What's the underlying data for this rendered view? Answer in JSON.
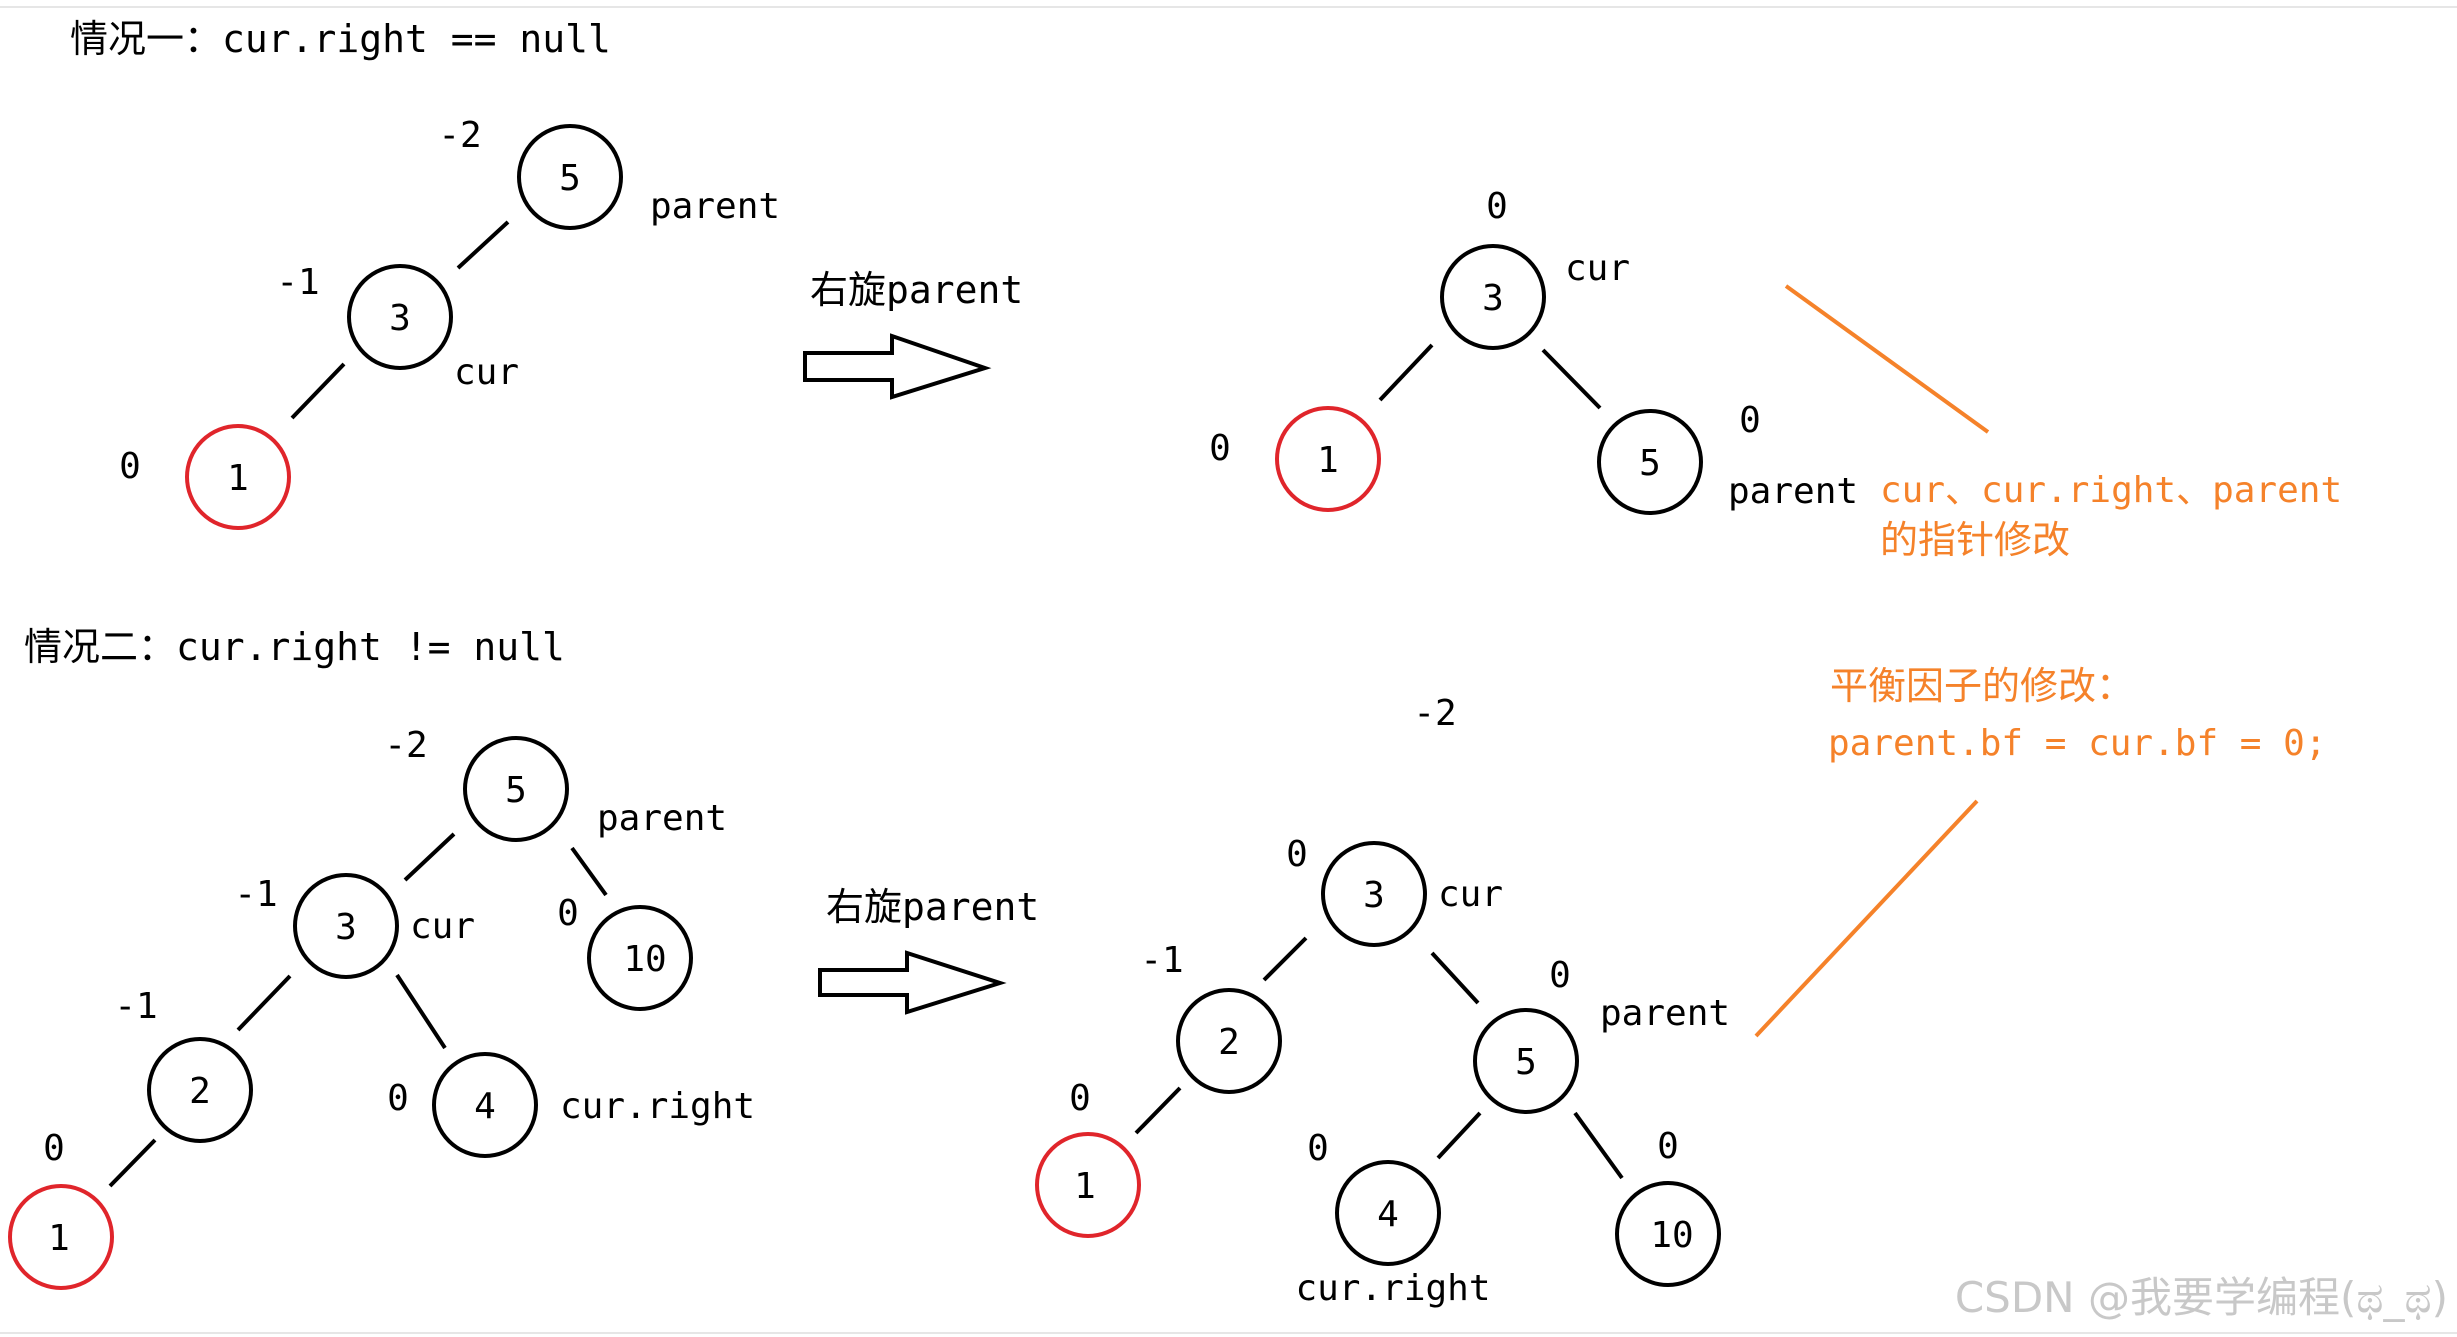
{
  "case1": {
    "title": "情况一：cur.right == null",
    "rotate_label": "右旋parent",
    "before": {
      "nodes": [
        {
          "id": "n5",
          "value": "5",
          "bf": "-2",
          "label": "parent",
          "red": false
        },
        {
          "id": "n3",
          "value": "3",
          "bf": "-1",
          "label": "cur",
          "red": false
        },
        {
          "id": "n1",
          "value": "1",
          "bf": "0",
          "label": "",
          "red": true
        }
      ]
    },
    "after": {
      "nodes": [
        {
          "id": "n3",
          "value": "3",
          "bf": "0",
          "label": "cur",
          "red": false
        },
        {
          "id": "n1",
          "value": "1",
          "bf": "0",
          "label": "",
          "red": true
        },
        {
          "id": "n5",
          "value": "5",
          "bf": "0",
          "label": "parent",
          "red": false
        }
      ]
    }
  },
  "case2": {
    "title": "情况二：cur.right != null",
    "rotate_label": "右旋parent",
    "floating_bf": "-2",
    "before": {
      "nodes": [
        {
          "id": "n5",
          "value": "5",
          "bf": "-2",
          "label": "parent",
          "red": false
        },
        {
          "id": "n3",
          "value": "3",
          "bf": "-1",
          "label": "cur",
          "red": false
        },
        {
          "id": "n10",
          "value": "10",
          "bf": "0",
          "label": "",
          "red": false
        },
        {
          "id": "n2",
          "value": "2",
          "bf": "-1",
          "label": "",
          "red": false
        },
        {
          "id": "n4",
          "value": "4",
          "bf": "0",
          "label": "cur.right",
          "red": false
        },
        {
          "id": "n1",
          "value": "1",
          "bf": "0",
          "label": "",
          "red": true
        }
      ]
    },
    "after": {
      "nodes": [
        {
          "id": "n3",
          "value": "3",
          "bf": "0",
          "label": "cur",
          "red": false
        },
        {
          "id": "n2",
          "value": "2",
          "bf": "-1",
          "label": "",
          "red": false
        },
        {
          "id": "n5",
          "value": "5",
          "bf": "0",
          "label": "parent",
          "red": false
        },
        {
          "id": "n1",
          "value": "1",
          "bf": "0",
          "label": "",
          "red": true
        },
        {
          "id": "n4",
          "value": "4",
          "bf": "0",
          "label": "cur.right",
          "red": false
        },
        {
          "id": "n10",
          "value": "10",
          "bf": "0",
          "label": "",
          "red": false
        }
      ]
    }
  },
  "notes": {
    "pointer_note_line1": "cur、cur.right、parent",
    "pointer_note_line2": "的指针修改",
    "bf_note_line1": "平衡因子的修改：",
    "bf_note_line2": "parent.bf = cur.bf = 0;"
  },
  "watermark": "CSDN @我要学编程(ಥ_ಥ)",
  "colors": {
    "node_stroke": "#000000",
    "highlight_stroke": "#e0252b",
    "annotation": "#f5822a",
    "watermark": "#c8c8c8"
  }
}
